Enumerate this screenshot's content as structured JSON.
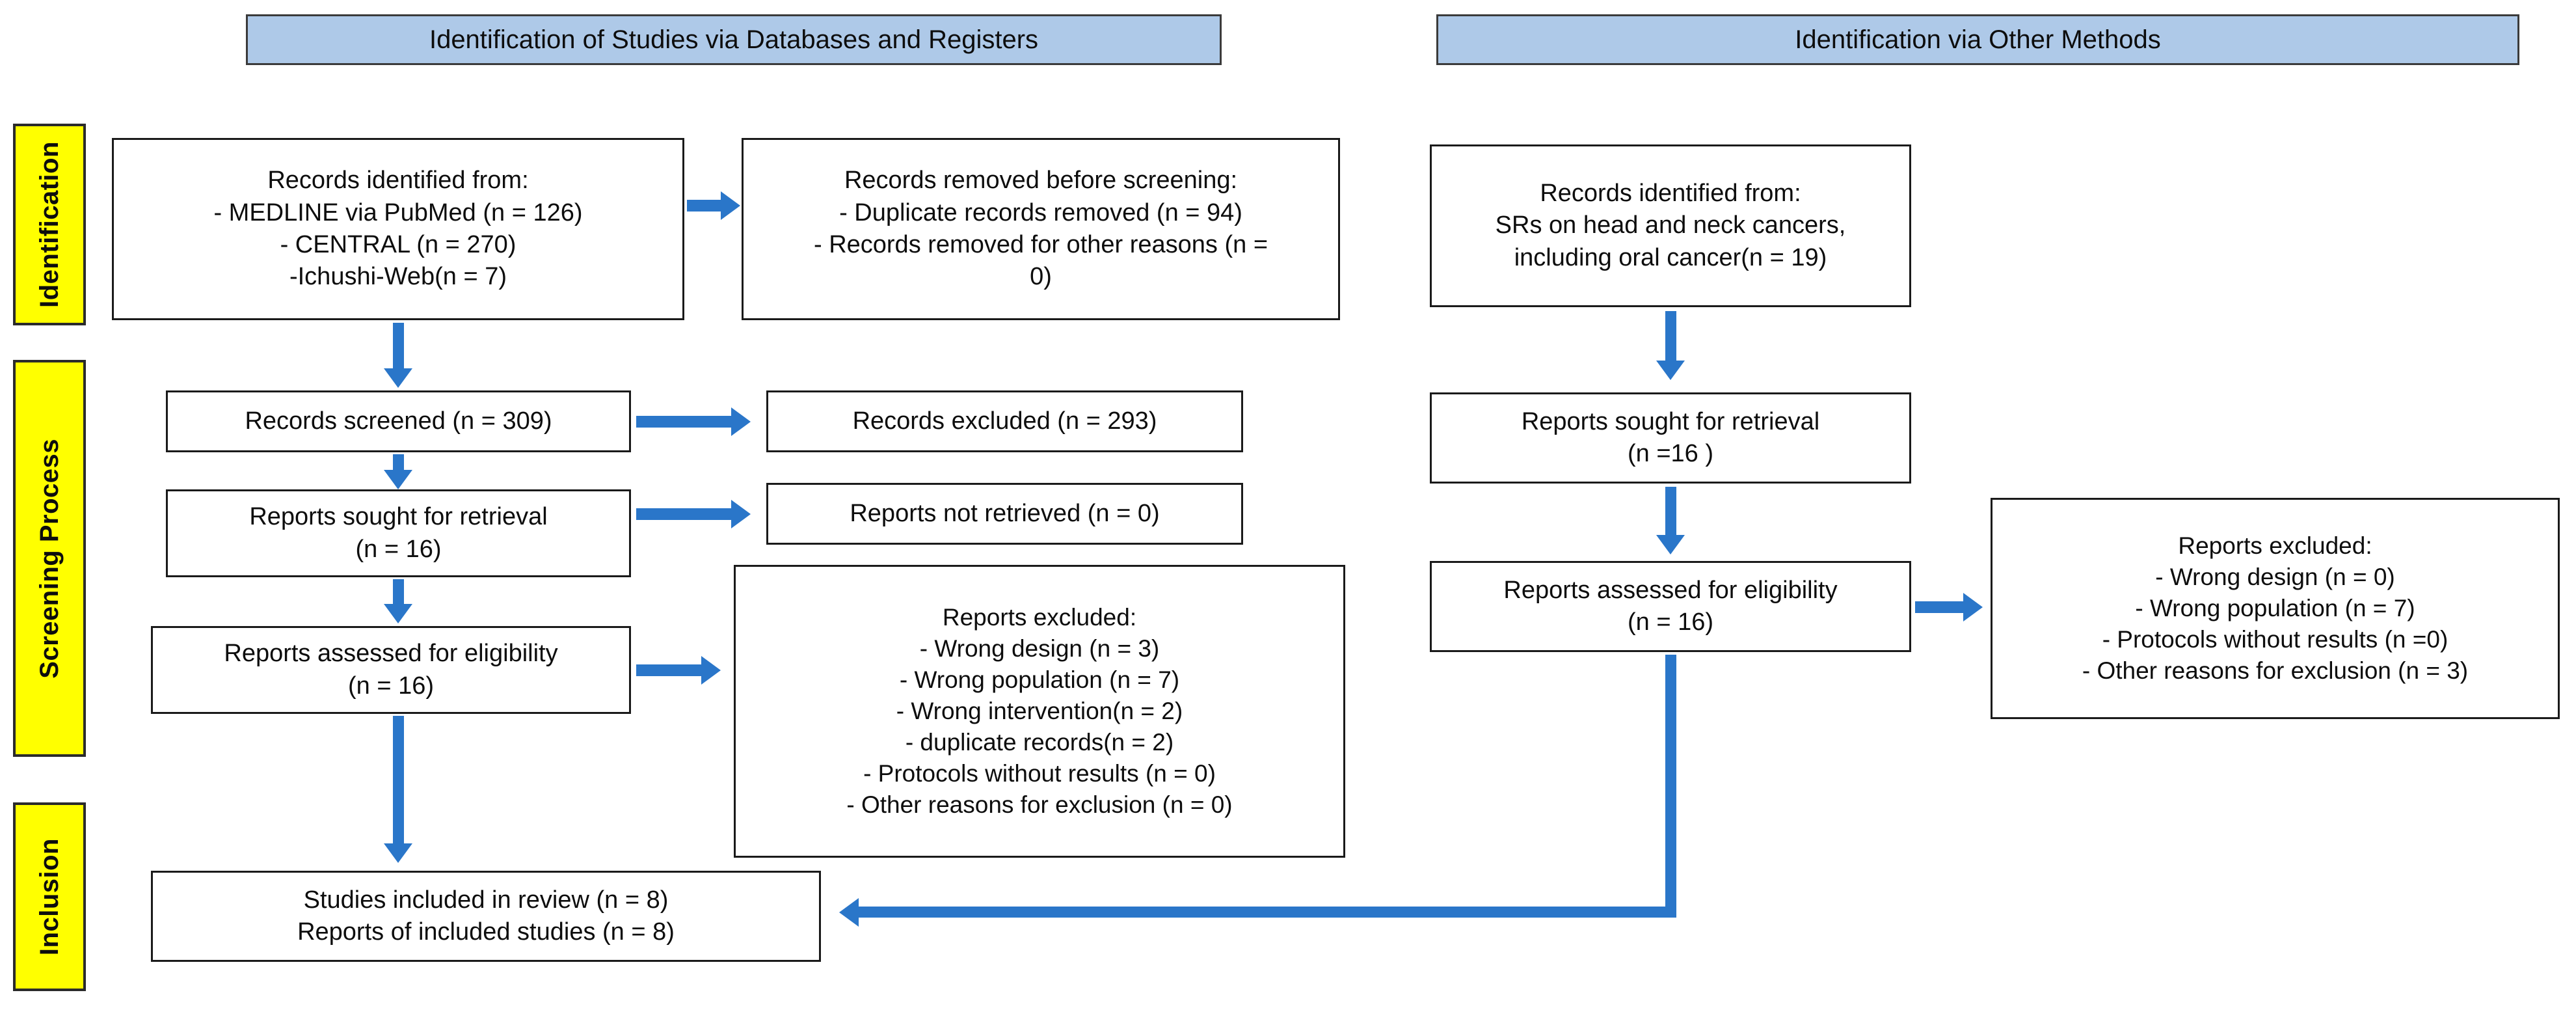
{
  "diagram": {
    "type": "prisma-flow-diagram",
    "colors": {
      "header_bar_fill": "#aec9e8",
      "phase_label_fill": "#ffff00",
      "arrow": "#2a76c9",
      "box_border": "#1a1a1a",
      "background": "#ffffff"
    }
  },
  "headers": {
    "databases": "Identification of Studies via Databases and Registers",
    "other_methods": "Identification via Other Methods"
  },
  "phases": {
    "identification": "Identification",
    "screening": "Screening Process",
    "inclusion": "Inclusion"
  },
  "left_column": {
    "records_identified": {
      "lines": [
        "Records identified from:",
        "- MEDLINE via PubMed (n = 126)",
        "- CENTRAL (n = 270)",
        "-Ichushi-Web(n = 7)"
      ]
    },
    "records_removed": {
      "lines": [
        "Records removed before screening:",
        "- Duplicate records removed (n = 94)",
        "- Records removed for other reasons (n =",
        "0)"
      ]
    },
    "records_screened": {
      "lines": [
        "Records screened (n = 309)"
      ]
    },
    "records_excluded": {
      "lines": [
        "Records excluded (n = 293)"
      ]
    },
    "reports_sought": {
      "lines": [
        "Reports sought for retrieval",
        "(n = 16)"
      ]
    },
    "reports_not_retrieved": {
      "lines": [
        "Reports not retrieved (n = 0)"
      ]
    },
    "reports_assessed": {
      "lines": [
        "Reports assessed for eligibility",
        "(n = 16)"
      ]
    },
    "reports_excluded": {
      "lines": [
        "Reports excluded:",
        "- Wrong design (n = 3)",
        "-    Wrong population (n = 7)",
        "-    Wrong intervention(n = 2)",
        "-     duplicate records(n = 2)",
        "- Protocols without results (n = 0)",
        "- Other reasons for exclusion (n = 0)"
      ]
    }
  },
  "right_column": {
    "records_identified": {
      "lines": [
        "Records identified from:",
        "SRs on head and neck cancers,",
        "including oral cancer(n = 19)"
      ]
    },
    "reports_sought": {
      "lines": [
        "Reports sought for retrieval",
        "(n =16 )"
      ]
    },
    "reports_assessed": {
      "lines": [
        "Reports assessed for eligibility",
        "(n = 16)"
      ]
    },
    "reports_excluded": {
      "lines": [
        "Reports excluded:",
        "- Wrong design (n = 0)",
        "- Wrong population (n = 7)",
        "- Protocols without results (n =0)",
        "- Other reasons for exclusion (n = 3)"
      ]
    }
  },
  "included": {
    "lines": [
      "Studies included in review (n = 8)",
      "Reports of included studies (n = 8)"
    ]
  }
}
